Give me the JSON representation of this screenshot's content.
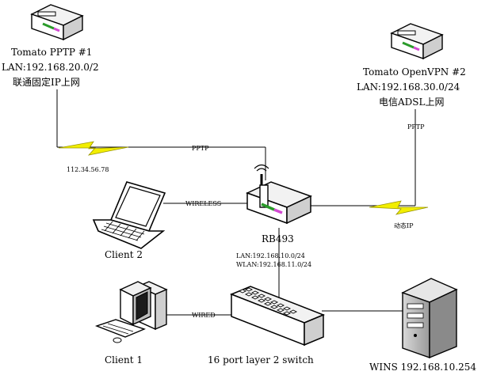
{
  "nodes": {
    "tomato1": {
      "name": "Tomato PPTP #1",
      "lan": "LAN:192.168.20.0/2",
      "isp": "联通固定IP上网"
    },
    "tomato2": {
      "name": "Tomato OpenVPN #2",
      "lan": "LAN:192.168.30.0/24",
      "isp": "电信ADSL上网"
    },
    "rb493": {
      "name": "RB493",
      "lan": "LAN:192.168.10.0/24",
      "wlan": "WLAN:192.168.11.0/24"
    },
    "client2": {
      "name": "Client 2"
    },
    "client1": {
      "name": "Client 1"
    },
    "switch": {
      "name": "16 port layer 2 switch"
    },
    "wins": {
      "name": "WINS 192.168.10.254"
    }
  },
  "links": {
    "pptp_main": "PPTP",
    "pptp_vertical": "PPTP",
    "ip_fixed": "112.34.56.78",
    "dynamic_ip": "动态IP",
    "wireless": "WIRELESS",
    "wired": "WIRED"
  },
  "colors": {
    "lightning": "#f2ee00",
    "lightning_stroke": "#9a9600",
    "line": "#000000"
  }
}
